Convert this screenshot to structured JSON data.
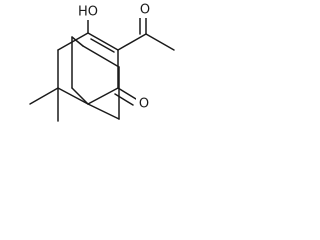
{
  "molecule": {
    "labels": {
      "hydroxyl": "HO",
      "acetyl_oxygen": "O",
      "ring_ketone_oxygen": "O"
    }
  },
  "colors": {
    "bond": "#1a1a1a",
    "background": "#ffffff"
  }
}
